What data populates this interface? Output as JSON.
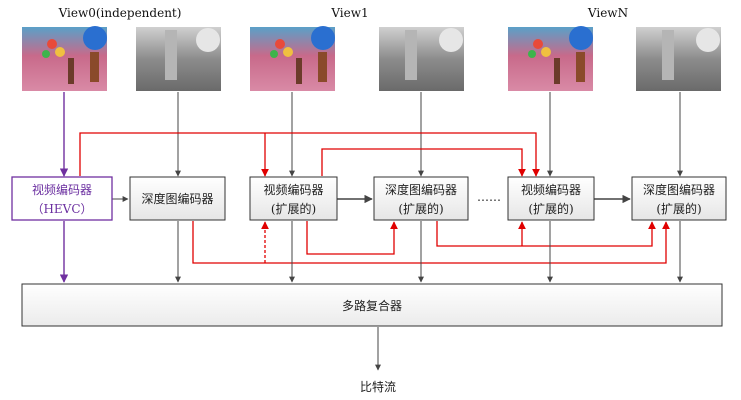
{
  "headers": {
    "view0": "View0(independent)",
    "view1": "View1",
    "viewN": "ViewN"
  },
  "boxes": {
    "video_hevc": {
      "line1": "视频编码器",
      "line2": "（HEVC）"
    },
    "depth_base": {
      "line1": "深度图编码器"
    },
    "video_ext1": {
      "line1": "视频编码器",
      "line2": "(扩展的)"
    },
    "depth_ext1": {
      "line1": "深度图编码器",
      "line2": "(扩展的)"
    },
    "video_extN": {
      "line1": "视频编码器",
      "line2": "(扩展的)"
    },
    "depth_extN": {
      "line1": "深度图编码器",
      "line2": "(扩展的)"
    }
  },
  "ellipsis": "……",
  "mux": "多路复合器",
  "output": "比特流",
  "colors": {
    "video_path": "#7030a0",
    "dependency": "#e00000",
    "flow": "#444444",
    "box_border": "#333333",
    "hevc_border": "#7030a0"
  }
}
